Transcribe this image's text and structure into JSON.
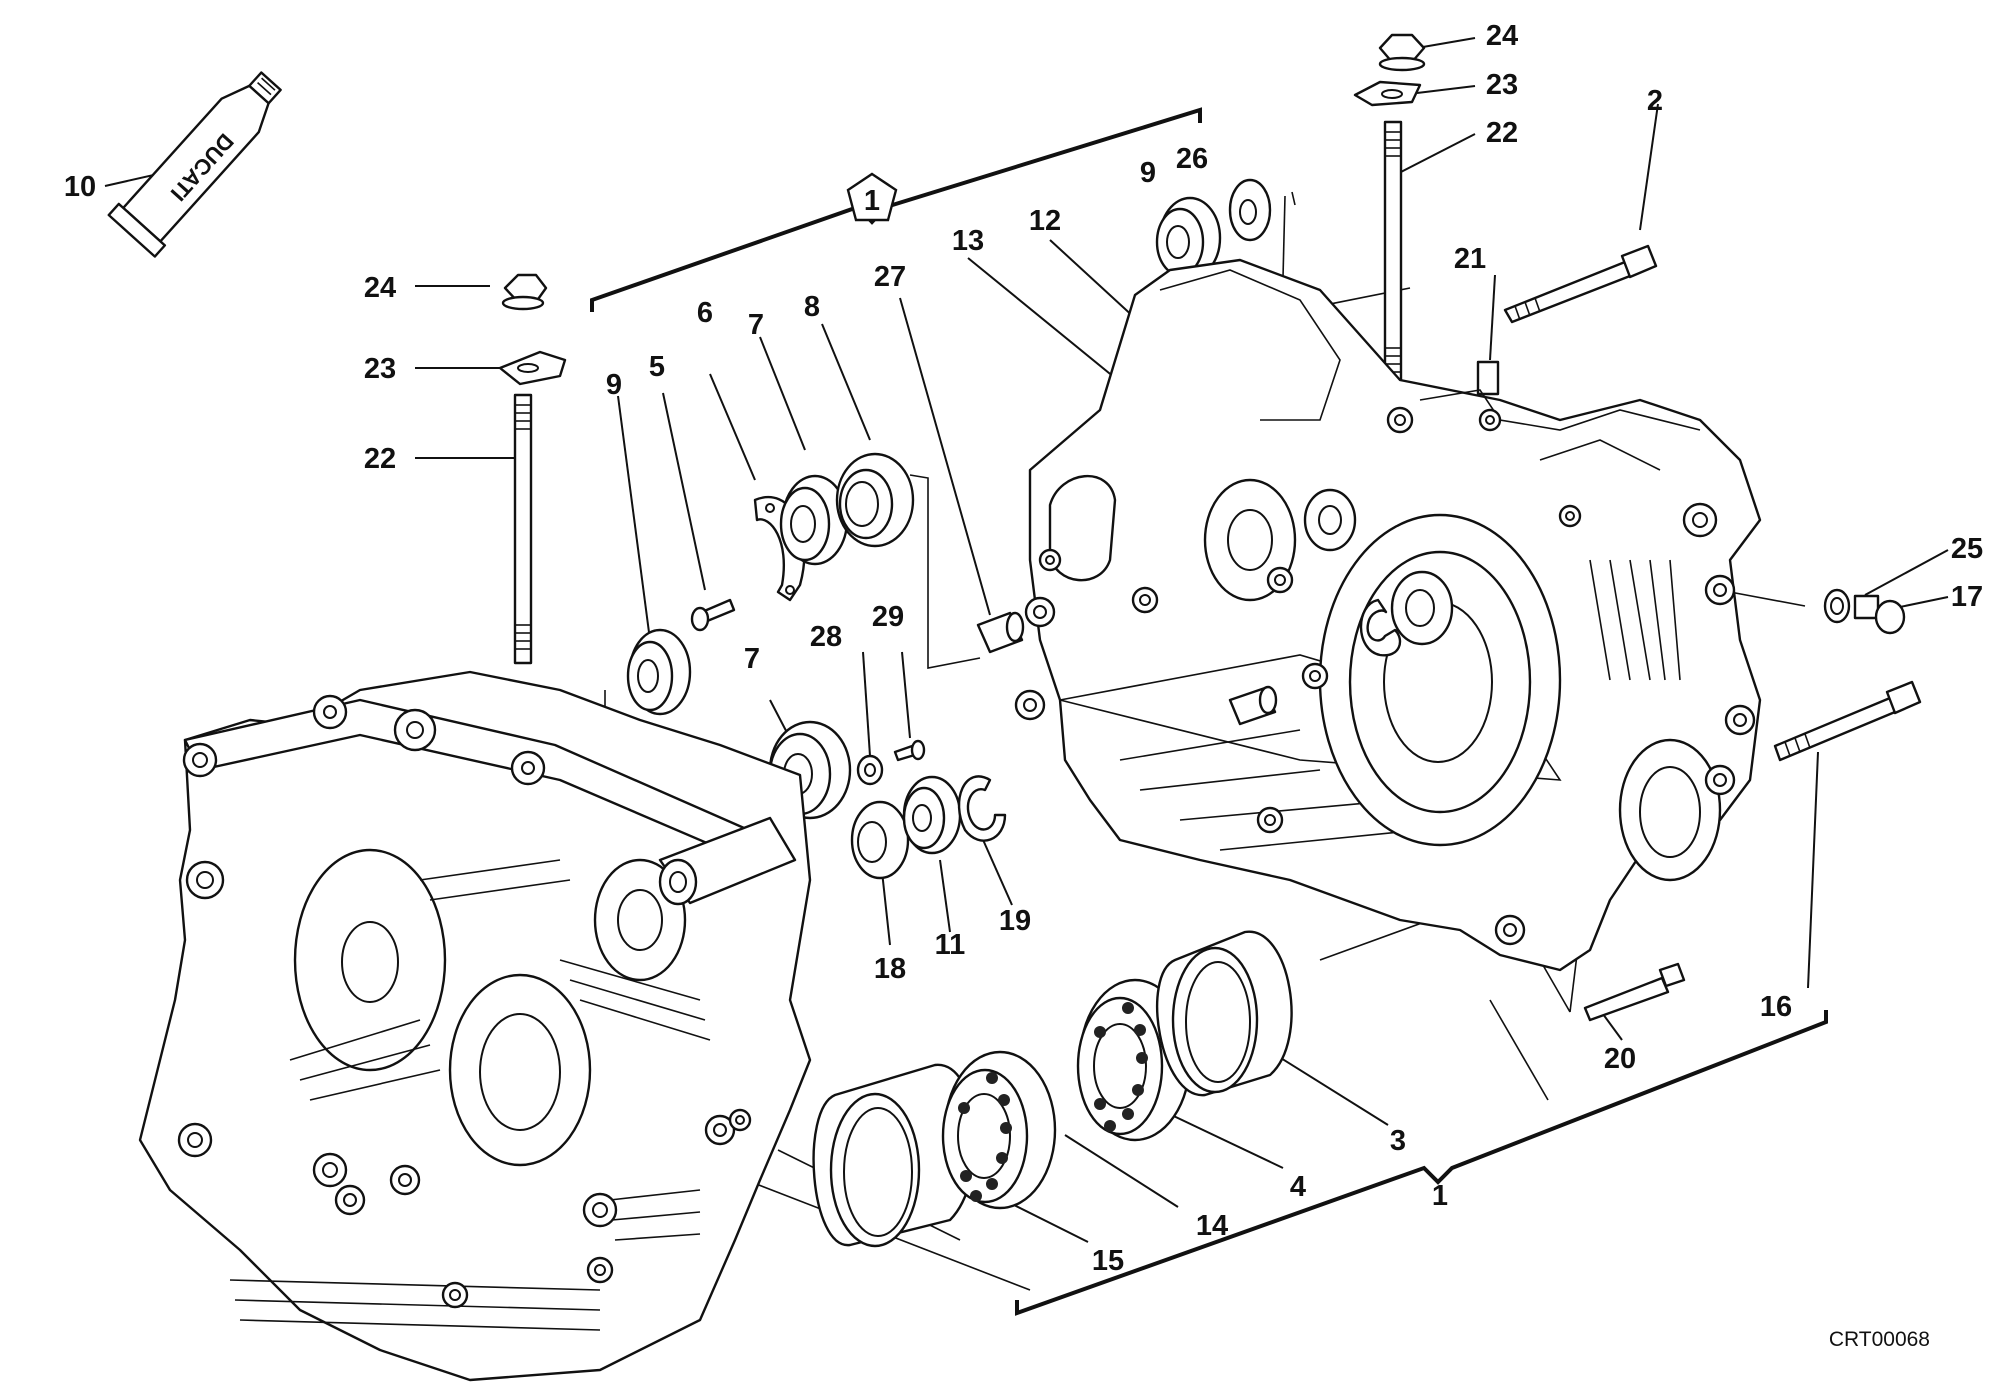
{
  "diagram": {
    "reference_code": "CRT00068",
    "group_callout": "1",
    "tube_label": "DUCATI",
    "callouts": [
      {
        "id": "c10",
        "label": "10"
      },
      {
        "id": "c24a",
        "label": "24"
      },
      {
        "id": "c23a",
        "label": "23"
      },
      {
        "id": "c22a",
        "label": "22"
      },
      {
        "id": "c9a",
        "label": "9"
      },
      {
        "id": "c5",
        "label": "5"
      },
      {
        "id": "c6",
        "label": "6"
      },
      {
        "id": "c7a",
        "label": "7"
      },
      {
        "id": "c8",
        "label": "8"
      },
      {
        "id": "c27",
        "label": "27"
      },
      {
        "id": "c13",
        "label": "13"
      },
      {
        "id": "c12",
        "label": "12"
      },
      {
        "id": "c9b",
        "label": "9"
      },
      {
        "id": "c26",
        "label": "26"
      },
      {
        "id": "c24b",
        "label": "24"
      },
      {
        "id": "c23b",
        "label": "23"
      },
      {
        "id": "c22b",
        "label": "22"
      },
      {
        "id": "c2",
        "label": "2"
      },
      {
        "id": "c21",
        "label": "21"
      },
      {
        "id": "c25",
        "label": "25"
      },
      {
        "id": "c17",
        "label": "17"
      },
      {
        "id": "c7b",
        "label": "7"
      },
      {
        "id": "c28",
        "label": "28"
      },
      {
        "id": "c29",
        "label": "29"
      },
      {
        "id": "c18",
        "label": "18"
      },
      {
        "id": "c11",
        "label": "11"
      },
      {
        "id": "c19",
        "label": "19"
      },
      {
        "id": "c16",
        "label": "16"
      },
      {
        "id": "c20",
        "label": "20"
      },
      {
        "id": "c3",
        "label": "3"
      },
      {
        "id": "c4",
        "label": "4"
      },
      {
        "id": "c1",
        "label": "1"
      },
      {
        "id": "c14",
        "label": "14"
      },
      {
        "id": "c15",
        "label": "15"
      }
    ]
  }
}
